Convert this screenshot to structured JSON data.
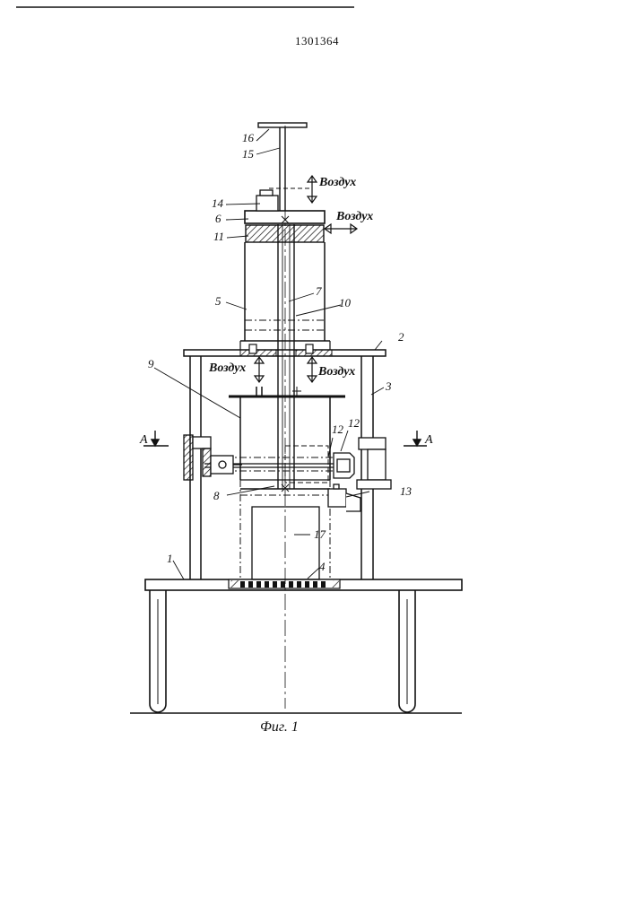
{
  "patent_number": "1301364",
  "figure_caption": "Фиг. 1",
  "air_label": "Воздух",
  "section_label": "А",
  "part_labels": {
    "p1": "1",
    "p2": "2",
    "p3": "3",
    "p4": "4",
    "p5": "5",
    "p6": "6",
    "p7": "7",
    "p8": "8",
    "p9": "9",
    "p10": "10",
    "p11": "11",
    "p12a": "12",
    "p12b": "12",
    "p13": "13",
    "p14": "14",
    "p15": "15",
    "p16": "16",
    "p17": "17"
  }
}
